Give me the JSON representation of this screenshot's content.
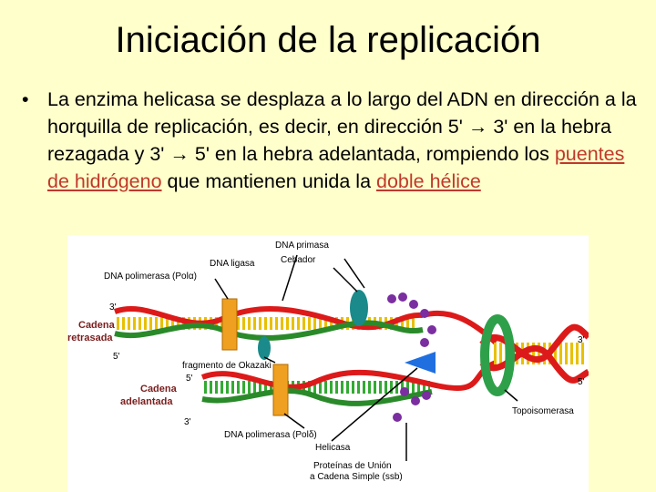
{
  "slide": {
    "title": "Iniciación de la replicación",
    "bullet": {
      "marker": "•",
      "text_1": "La enzima helicasa se desplaza a lo largo del ADN en dirección a la horquilla de replicación, es decir, en dirección 5' → 3' en la hebra rezagada y 3' → 5' en la hebra adelantada, rompiendo los ",
      "link_1": "puentes de hidrógeno",
      "text_2": " que mantienen unida la ",
      "link_2": "doble hélice"
    }
  },
  "figure": {
    "labels": {
      "dna_primasa": "DNA primasa",
      "cebador": "Cebador",
      "dna_ligasa": "DNA ligasa",
      "pol_alpha": "DNA polimerasa (Polα)",
      "cadena_retrasada_1": "Cadena",
      "cadena_retrasada_2": "retrasada",
      "fragmento_okazaki": "fragmento de Okazaki",
      "cadena_adelantada_1": "Cadena",
      "cadena_adelantada_2": "adelantada",
      "topoisomerasa": "Topoisomerasa",
      "pol_delta": "DNA polimerasa (Polδ)",
      "helicasa": "Helicasa",
      "ssb_1": "Proteínas de Unión",
      "ssb_2": "a Cadena Simple (ssb)"
    },
    "ends": {
      "top_left_3": "3'",
      "top_left_5": "5'",
      "mid_left_5": "5'",
      "bottom_left_3": "3'",
      "right_top_3": "3'",
      "right_bottom_5": "5'"
    },
    "colors": {
      "strand_red": "#dd1a1a",
      "strand_green": "#2a8a2a",
      "rungs_yellow": "#e8c000",
      "rungs_green": "#33aa33",
      "polymerase_orange": "#f0a020",
      "helicase_blue": "#1f6fe0",
      "topoisomerase_green": "#2ea04a",
      "ssb_purple": "#7a2ea0",
      "primase_teal": "#1a8a8a"
    }
  }
}
